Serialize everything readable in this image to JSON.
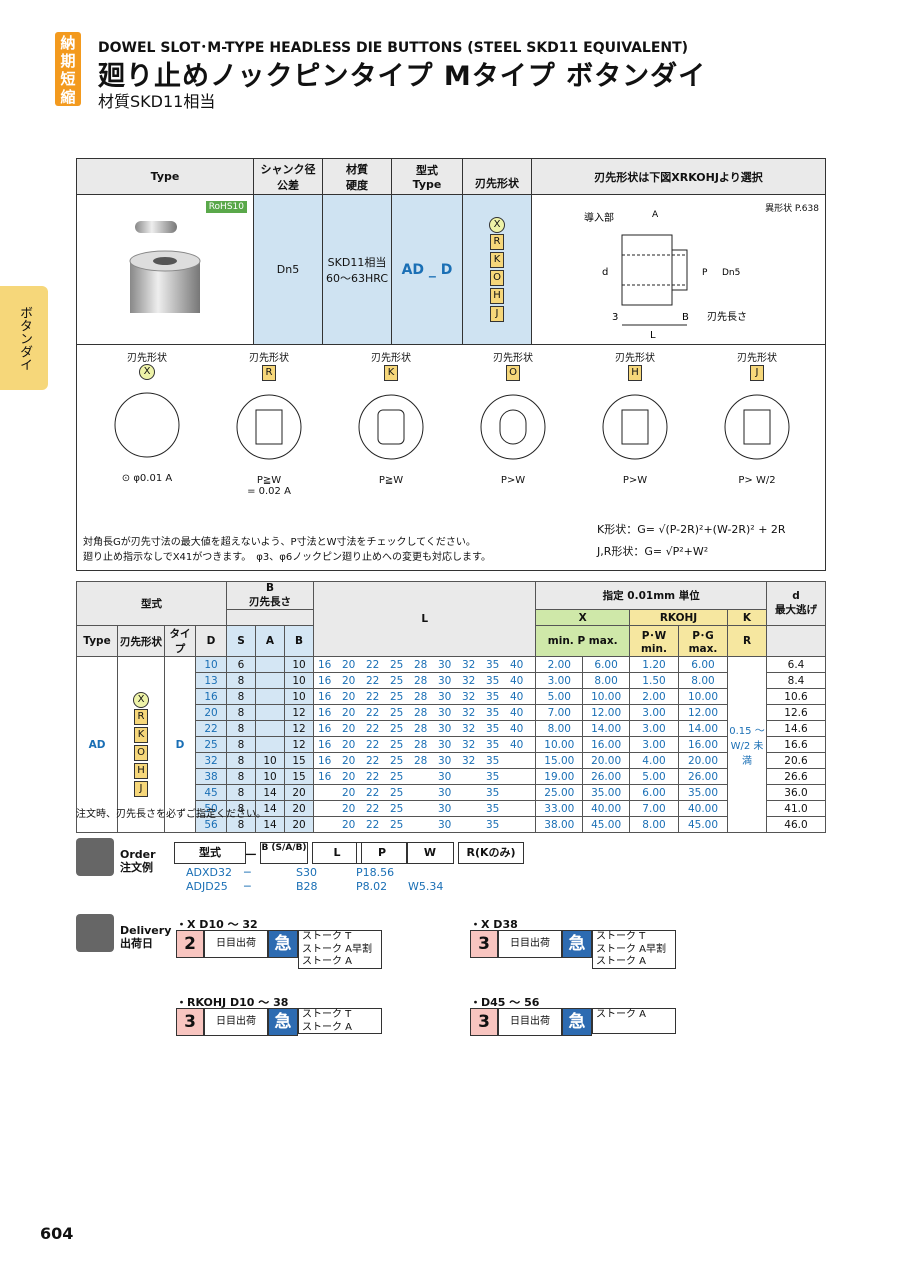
{
  "header": {
    "badge": "納期短縮",
    "en_title": "DOWEL SLOT･M-TYPE HEADLESS DIE BUTTONS (STEEL SKD11 EQUIVALENT)",
    "jp_title": "廻り止めノックピンタイプ Mタイプ ボタンダイ",
    "material": "材質SKD11相当"
  },
  "side_tab": "ボタンダイ",
  "table1": {
    "h_type": "Type",
    "h_shank": "シャンク径",
    "h_shank2": "公差",
    "h_mat": "材質",
    "h_hard": "硬度",
    "h_model": "型式",
    "h_model_type": "Type",
    "h_blade": "刃先形状",
    "h_select": "刃先形状は下図XRKOHJより選択",
    "rohs": "RoHS10",
    "shank_val": "Dn5",
    "mat_val": "SKD11相当",
    "hard_val": "60～63HRC",
    "model_val": "AD _ D",
    "shapes": [
      "X",
      "R",
      "K",
      "O",
      "H",
      "J"
    ],
    "ref": "異形状 P.638",
    "lbl_intro": "導入部",
    "lbl_A": "A",
    "lbl_B": "B",
    "lbl_blade_len": "刃先長さ",
    "lbl_3": "3",
    "lbl_L": "L",
    "lbl_d": "d",
    "lbl_P": "P",
    "lbl_D": "Dn5"
  },
  "shape_row": {
    "label": "刃先形状",
    "items": [
      {
        "code": "X",
        "cond": "",
        "tol": "⊙ φ0.01 A"
      },
      {
        "code": "R",
        "cond": "P≧W",
        "tol": "= 0.02 A"
      },
      {
        "code": "K",
        "cond": "P≧W",
        "tol": ""
      },
      {
        "code": "O",
        "cond": "P>W",
        "tol": ""
      },
      {
        "code": "H",
        "cond": "P>W",
        "tol": ""
      },
      {
        "code": "J",
        "cond": "P> W/2",
        "tol": ""
      }
    ],
    "notes": [
      "対角長Gが刃先寸法の最大値を超えないよう、P寸法とW寸法をチェックしてください。",
      "廻り止め指示なしでX41がつきます。　φ3、φ6ノックピン廻り止めへの変更も対応します。"
    ],
    "formula_k": "K形状：G= √(P-2R)²+(W-2R)² + 2R",
    "formula_jr": "J,R形状：G= √P²+W²"
  },
  "table2": {
    "h_model": "型式",
    "h_type": "Type",
    "h_blade": "刃先形状",
    "h_taipu": "タイプ",
    "h_D": "D",
    "h_B": "B",
    "h_B2": "刃先長さ",
    "h_S": "S",
    "h_A": "A",
    "h_Bb": "B",
    "h_L": "L",
    "h_spec": "指定 0.01mm 単位",
    "h_X": "X",
    "h_RKOHJ": "RKOHJ",
    "h_K": "K",
    "h_minmax": "min. P max.",
    "h_pw": "P･W min.",
    "h_pg": "P･G max.",
    "h_R": "R",
    "h_d": "d",
    "h_d2": "最大逃げ",
    "type_val": "AD",
    "taipu_val": "D",
    "r_val": "0.15 ～ W/2 未満",
    "shapes": [
      "X",
      "R",
      "K",
      "O",
      "H",
      "J"
    ],
    "rows": [
      {
        "D": "10",
        "S": "6",
        "A": "",
        "B": "10",
        "L": [
          "16",
          "20",
          "22",
          "25",
          "28",
          "30",
          "32",
          "35",
          "40"
        ],
        "xmin": "2.00",
        "xmax": "6.00",
        "pw": "1.20",
        "pg": "6.00",
        "d": "6.4"
      },
      {
        "D": "13",
        "S": "8",
        "A": "",
        "B": "10",
        "L": [
          "16",
          "20",
          "22",
          "25",
          "28",
          "30",
          "32",
          "35",
          "40"
        ],
        "xmin": "3.00",
        "xmax": "8.00",
        "pw": "1.50",
        "pg": "8.00",
        "d": "8.4"
      },
      {
        "D": "16",
        "S": "8",
        "A": "",
        "B": "10",
        "L": [
          "16",
          "20",
          "22",
          "25",
          "28",
          "30",
          "32",
          "35",
          "40"
        ],
        "xmin": "5.00",
        "xmax": "10.00",
        "pw": "2.00",
        "pg": "10.00",
        "d": "10.6"
      },
      {
        "D": "20",
        "S": "8",
        "A": "",
        "B": "12",
        "L": [
          "16",
          "20",
          "22",
          "25",
          "28",
          "30",
          "32",
          "35",
          "40"
        ],
        "xmin": "7.00",
        "xmax": "12.00",
        "pw": "3.00",
        "pg": "12.00",
        "d": "12.6"
      },
      {
        "D": "22",
        "S": "8",
        "A": "",
        "B": "12",
        "L": [
          "16",
          "20",
          "22",
          "25",
          "28",
          "30",
          "32",
          "35",
          "40"
        ],
        "xmin": "8.00",
        "xmax": "14.00",
        "pw": "3.00",
        "pg": "14.00",
        "d": "14.6"
      },
      {
        "D": "25",
        "S": "8",
        "A": "",
        "B": "12",
        "L": [
          "16",
          "20",
          "22",
          "25",
          "28",
          "30",
          "32",
          "35",
          "40"
        ],
        "xmin": "10.00",
        "xmax": "16.00",
        "pw": "3.00",
        "pg": "16.00",
        "d": "16.6"
      },
      {
        "D": "32",
        "S": "8",
        "A": "10",
        "B": "15",
        "L": [
          "16",
          "20",
          "22",
          "25",
          "28",
          "30",
          "32",
          "35",
          ""
        ],
        "xmin": "15.00",
        "xmax": "20.00",
        "pw": "4.00",
        "pg": "20.00",
        "d": "20.6"
      },
      {
        "D": "38",
        "S": "8",
        "A": "10",
        "B": "15",
        "L": [
          "16",
          "20",
          "22",
          "25",
          "",
          "30",
          "",
          "35",
          ""
        ],
        "xmin": "19.00",
        "xmax": "26.00",
        "pw": "5.00",
        "pg": "26.00",
        "d": "26.6"
      },
      {
        "D": "45",
        "S": "8",
        "A": "14",
        "B": "20",
        "L": [
          "",
          "20",
          "22",
          "25",
          "",
          "30",
          "",
          "35",
          ""
        ],
        "xmin": "25.00",
        "xmax": "35.00",
        "pw": "6.00",
        "pg": "35.00",
        "d": "36.0"
      },
      {
        "D": "50",
        "S": "8",
        "A": "14",
        "B": "20",
        "L": [
          "",
          "20",
          "22",
          "25",
          "",
          "30",
          "",
          "35",
          ""
        ],
        "xmin": "33.00",
        "xmax": "40.00",
        "pw": "7.00",
        "pg": "40.00",
        "d": "41.0"
      },
      {
        "D": "56",
        "S": "8",
        "A": "14",
        "B": "20",
        "L": [
          "",
          "20",
          "22",
          "25",
          "",
          "30",
          "",
          "35",
          ""
        ],
        "xmin": "38.00",
        "xmax": "45.00",
        "pw": "8.00",
        "pg": "45.00",
        "d": "46.0"
      }
    ],
    "note": "注文時、刃先長さを必ずご指定ください。"
  },
  "order": {
    "label_en": "Order",
    "label_jp": "注文例",
    "cols": [
      "型式",
      "B (S/A/B)",
      "L",
      "P",
      "W",
      "R(Kのみ)"
    ],
    "ex1": [
      "ADXD32",
      "─",
      "S30",
      "P18.56",
      ""
    ],
    "ex2": [
      "ADJD25",
      "─",
      "B28",
      "P8.02",
      "W5.34"
    ]
  },
  "delivery": {
    "label_en": "Delivery",
    "label_jp": "出荷日",
    "g1": {
      "title": "・X D10 ～ 32",
      "num": "2",
      "txt": "日目出荷",
      "kyu": "急",
      "stk": [
        "ストーク T",
        "ストーク A早割",
        "ストーク A"
      ]
    },
    "g2": {
      "title": "・X D38",
      "num": "3",
      "txt": "日目出荷",
      "kyu": "急",
      "stk": [
        "ストーク T",
        "ストーク A早割",
        "ストーク A"
      ]
    },
    "g3": {
      "title": "・RKOHJ D10 ～ 38",
      "num": "3",
      "txt": "日目出荷",
      "kyu": "急",
      "stk": [
        "ストーク T",
        "ストーク A"
      ]
    },
    "g4": {
      "title": "・D45 ～ 56",
      "num": "3",
      "txt": "日目出荷",
      "kyu": "急",
      "stk": [
        "ストーク A"
      ]
    }
  },
  "page_number": "604"
}
